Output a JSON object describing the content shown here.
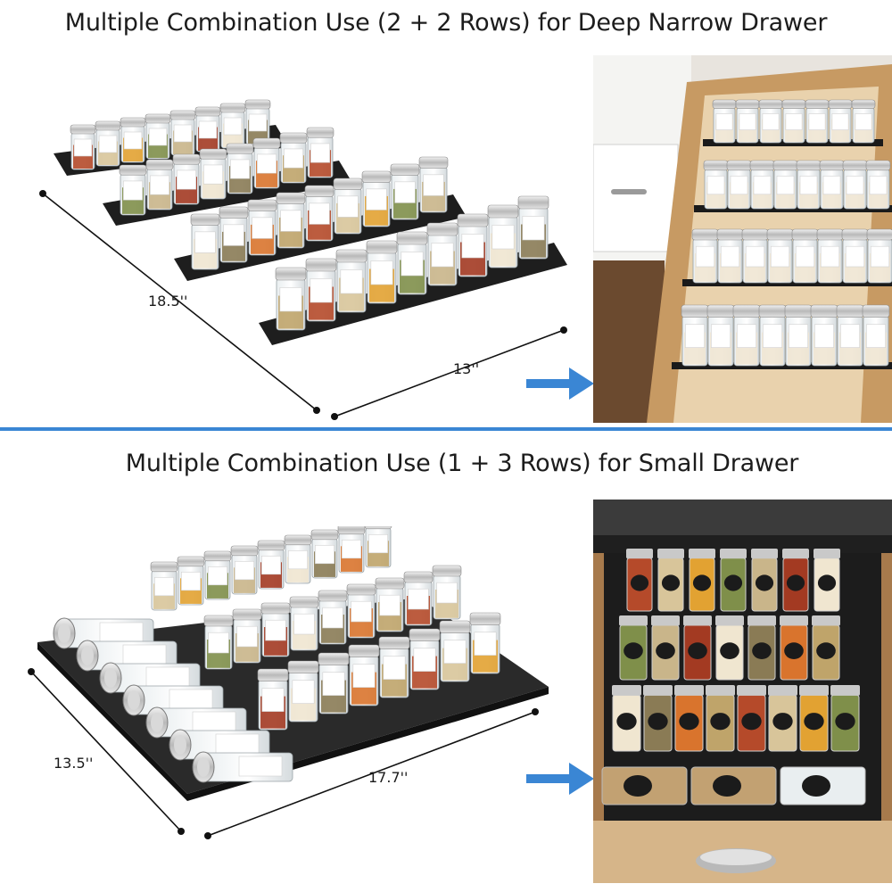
{
  "headings": {
    "top": "Multiple Combination Use  (2 + 2 Rows) for Deep Narrow Drawer",
    "bottom": "Multiple Combination Use  (1 + 3 Rows) for Small Drawer"
  },
  "dimensions": {
    "top_length": "18.5''",
    "top_width": "13''",
    "bottom_length": "13.5''",
    "bottom_width": "17.7''"
  },
  "colors": {
    "divider": "#3a86d4",
    "arrow": "#3a86d4",
    "rack": "#1e1e1e",
    "wood": "#d4b58b"
  },
  "icons": {
    "arrow": "arrow-right-icon"
  }
}
